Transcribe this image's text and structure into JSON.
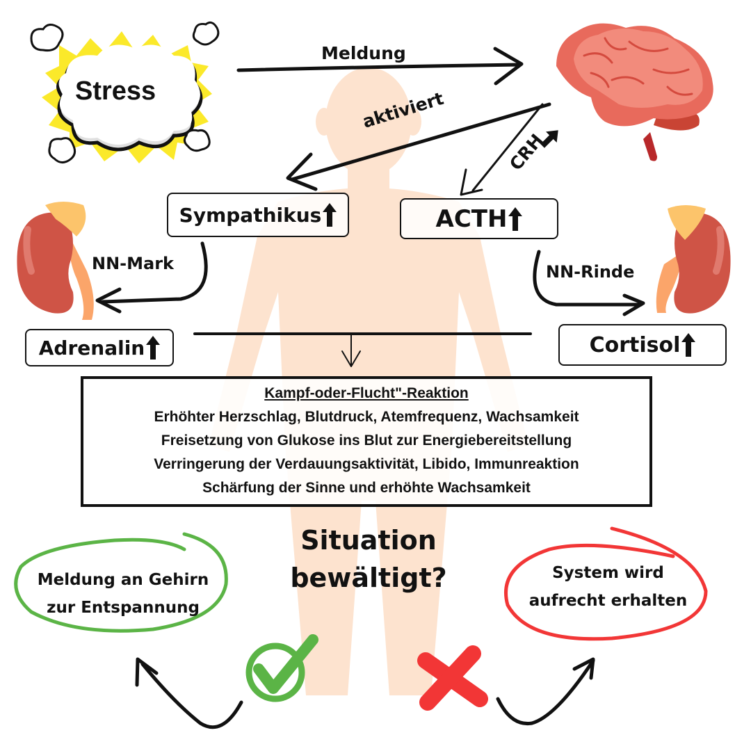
{
  "diagram": {
    "stress_label": "Stress",
    "edge_meldung": "Meldung",
    "edge_aktiviert": "aktiviert",
    "edge_crh": "CRH",
    "nodes": {
      "sympathikus": "Sympathikus",
      "acth": "ACTH",
      "adrenalin": "Adrenalin",
      "cortisol": "Cortisol"
    },
    "edge_nn_mark": "NN-Mark",
    "edge_nn_rinde": "NN-Rinde",
    "reaction": {
      "title": "Kampf-oder-Flucht\"-Reaktion",
      "lines": [
        "Erhöhter Herzschlag, Blutdruck, Atemfrequenz, Wachsamkeit",
        "Freisetzung von Glukose ins Blut zur Energiebereitstellung",
        "Verringerung der Verdauungsaktivität, Libido, Immunreaktion",
        "Schärfung der Sinne und erhöhte Wachsamkeit"
      ]
    },
    "question": {
      "line1": "Situation",
      "line2": "bewältigt?"
    },
    "yes_outcome": {
      "line1": "Meldung an Gehirn",
      "line2": "zur Entspannung"
    },
    "no_outcome": {
      "line1": "System wird",
      "line2": "aufrecht erhalten"
    }
  },
  "colors": {
    "body_silhouette": "#fde3cf",
    "brain": "#f08878",
    "brain_dark": "#d9574a",
    "kidney": "#cf5446",
    "adrenal": "#fcc46b",
    "explosion": "#fbe92a",
    "green": "#5bb446",
    "red": "#f23636"
  }
}
